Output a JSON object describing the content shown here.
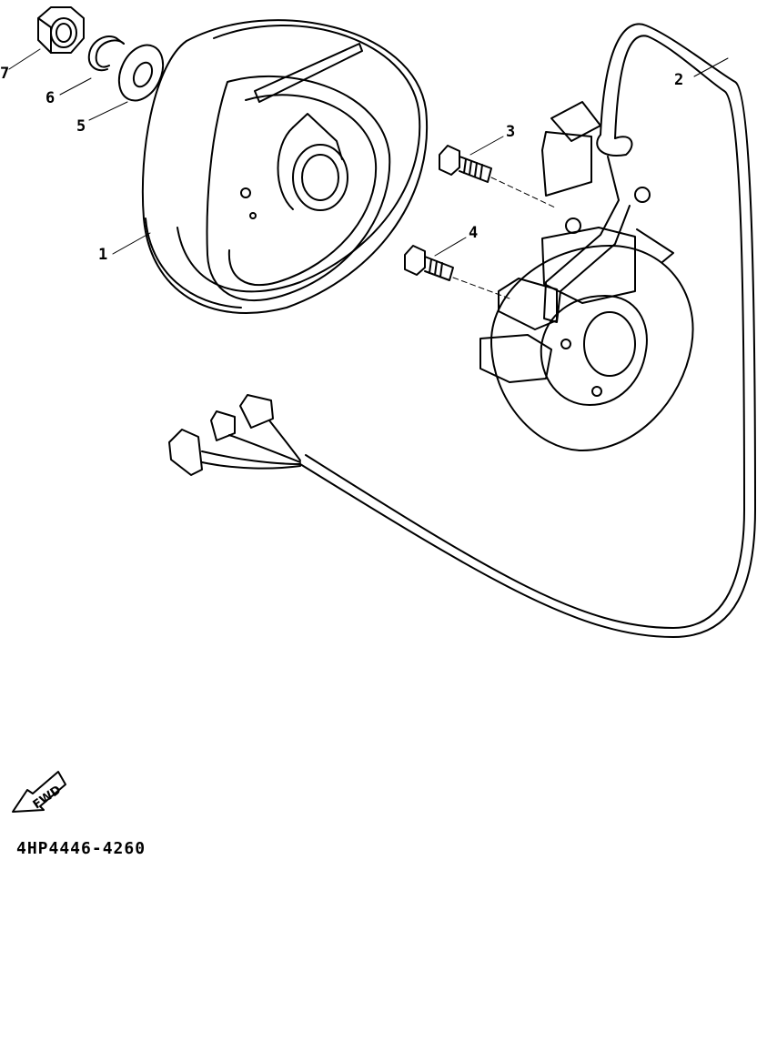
{
  "diagram": {
    "part_code": "4HP4446-4260",
    "fwd_label": "FWD",
    "callouts": [
      {
        "id": "1",
        "label": "1",
        "part": "flywheel-rotor"
      },
      {
        "id": "2",
        "label": "2",
        "part": "stator-assembly"
      },
      {
        "id": "3",
        "label": "3",
        "part": "bolt"
      },
      {
        "id": "4",
        "label": "4",
        "part": "bolt"
      },
      {
        "id": "5",
        "label": "5",
        "part": "washer"
      },
      {
        "id": "6",
        "label": "6",
        "part": "spring-washer"
      },
      {
        "id": "7",
        "label": "7",
        "part": "nut"
      }
    ]
  }
}
